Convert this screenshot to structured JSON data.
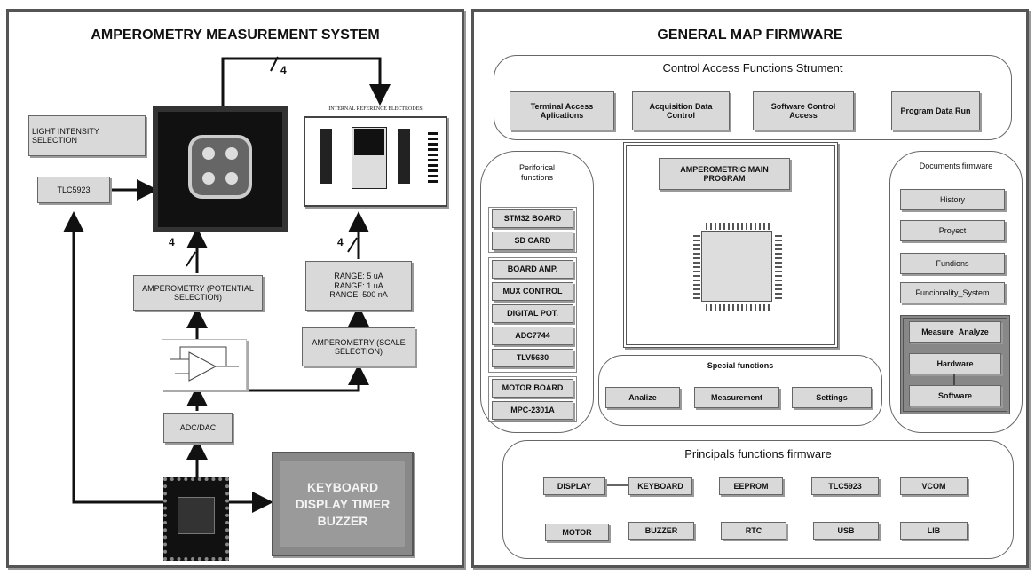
{
  "left": {
    "title": "AMPEROMETRY MEASUREMENT SYSTEM",
    "light_intensity": "LIGHT INTENSITY SELECTION",
    "tlc": "TLC5923",
    "electrodes_caption": "INTERNAL REFERENCE ELECTRODES",
    "bus4_top": "4",
    "bus4_left": "4",
    "bus4_right": "4",
    "amperometry_potential": "AMPEROMETRY (POTENTIAL SELECTION)",
    "range_lines": [
      "RANGE: 5 uA",
      "RANGE: 1 uA",
      "RANGE: 500 nA"
    ],
    "amperometry_scale": "AMPEROMETRY (SCALE SELECTION)",
    "adc_dac": "ADC/DAC",
    "peripherals": "KEYBOARD DISPLAY TIMER BUZZER"
  },
  "right": {
    "title": "GENERAL MAP FIRMWARE",
    "control_access": {
      "title": "Control Access Functions Strument",
      "items": [
        "Terminal Access Aplications",
        "Acquisition Data Control",
        "Software Control Access",
        "Program Data Run"
      ]
    },
    "peripheral_functions": {
      "title": "Periforical functions",
      "group1": [
        "STM32 BOARD",
        "SD CARD"
      ],
      "group2": [
        "BOARD AMP.",
        "MUX CONTROL",
        "DIGITAL POT.",
        "ADC7744",
        "TLV5630"
      ],
      "group3": [
        "MOTOR BOARD",
        "MPC-2301A"
      ]
    },
    "main_program": "AMPEROMETRIC MAIN PROGRAM",
    "documents": {
      "title": "Documents firmware",
      "items": [
        "History",
        "Proyect",
        "Fundions",
        "Funcionality_System"
      ],
      "sub_items": [
        "Measure_Analyze",
        "Hardware",
        "Software"
      ]
    },
    "special_functions": {
      "title": "Special functions",
      "items": [
        "Analize",
        "Measurement",
        "Settings"
      ]
    },
    "principal_functions": {
      "title": "Principals functions firmware",
      "row1": [
        "DISPLAY",
        "KEYBOARD",
        "EEPROM",
        "TLC5923",
        "VCOM"
      ],
      "row2": [
        "MOTOR",
        "BUZZER",
        "RTC",
        "USB",
        "LIB"
      ]
    }
  }
}
